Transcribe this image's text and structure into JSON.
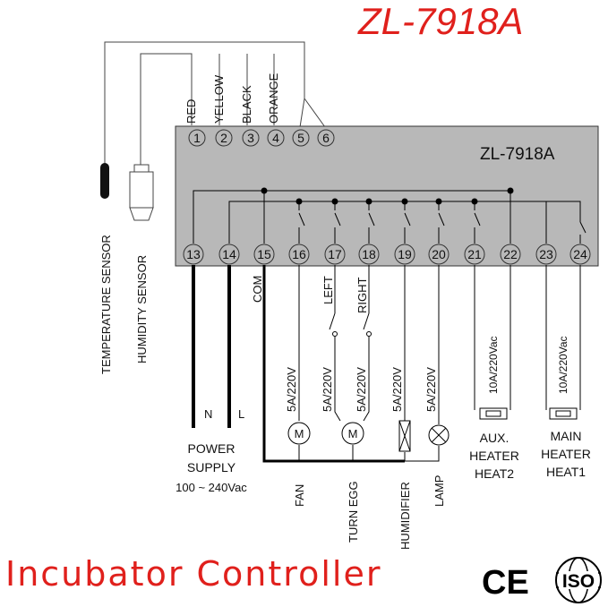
{
  "title": "ZL-7918A",
  "device_label": "ZL-7918A",
  "footer": "Incubator Controller",
  "certifications": [
    "CE",
    "ISO"
  ],
  "wire_colors": [
    "RED",
    "YELLOW",
    "BLACK",
    "ORANGE"
  ],
  "top_terminals": [
    "1",
    "2",
    "3",
    "4",
    "5",
    "6"
  ],
  "bottom_terminals": [
    "13",
    "14",
    "15",
    "16",
    "17",
    "18",
    "19",
    "20",
    "21",
    "22",
    "23",
    "24"
  ],
  "sensors": {
    "temperature": "TEMPERATURE SENSOR",
    "humidity": "HUMIDITY SENSOR"
  },
  "com_label": "COM",
  "switch_labels": {
    "left": "LEFT",
    "right": "RIGHT"
  },
  "power": {
    "n": "N",
    "l": "L",
    "line1": "POWER",
    "line2": "SUPPLY",
    "line3": "100 ~ 240Vac"
  },
  "ratings": {
    "small": "5A/220V",
    "large": "10A/220Vac"
  },
  "loads": {
    "fan": "FAN",
    "turn_egg": "TURN EGG",
    "humidifier": "HUMIDIFIER",
    "lamp": "LAMP",
    "aux": [
      "AUX.",
      "HEATER",
      "HEAT2"
    ],
    "main": [
      "MAIN",
      "HEATER",
      "HEAT1"
    ]
  },
  "motor_symbol": "M",
  "colors": {
    "title": "#e0201c",
    "housing": "#b8b8b8",
    "line": "#000000"
  }
}
